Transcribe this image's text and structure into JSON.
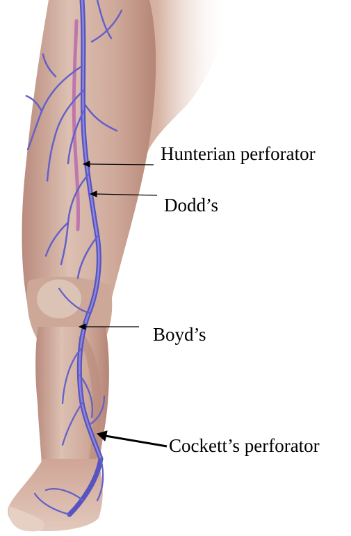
{
  "labels": {
    "hunterian": "Hunterian perforator",
    "dodd": "Dodd’s",
    "boyd": "Boyd’s",
    "cockett": "Cockett’s perforator"
  },
  "colors": {
    "skin_light": "#ddc2b4",
    "skin_mid": "#c9a090",
    "skin_dark": "#b07f70",
    "vein_deep": "#5a56c2",
    "vein_light": "#8b86d8",
    "artery": "#b058a8",
    "leader_line": "#000000"
  },
  "icons": {
    "leg_figure": "leg-anatomy-illustration"
  }
}
